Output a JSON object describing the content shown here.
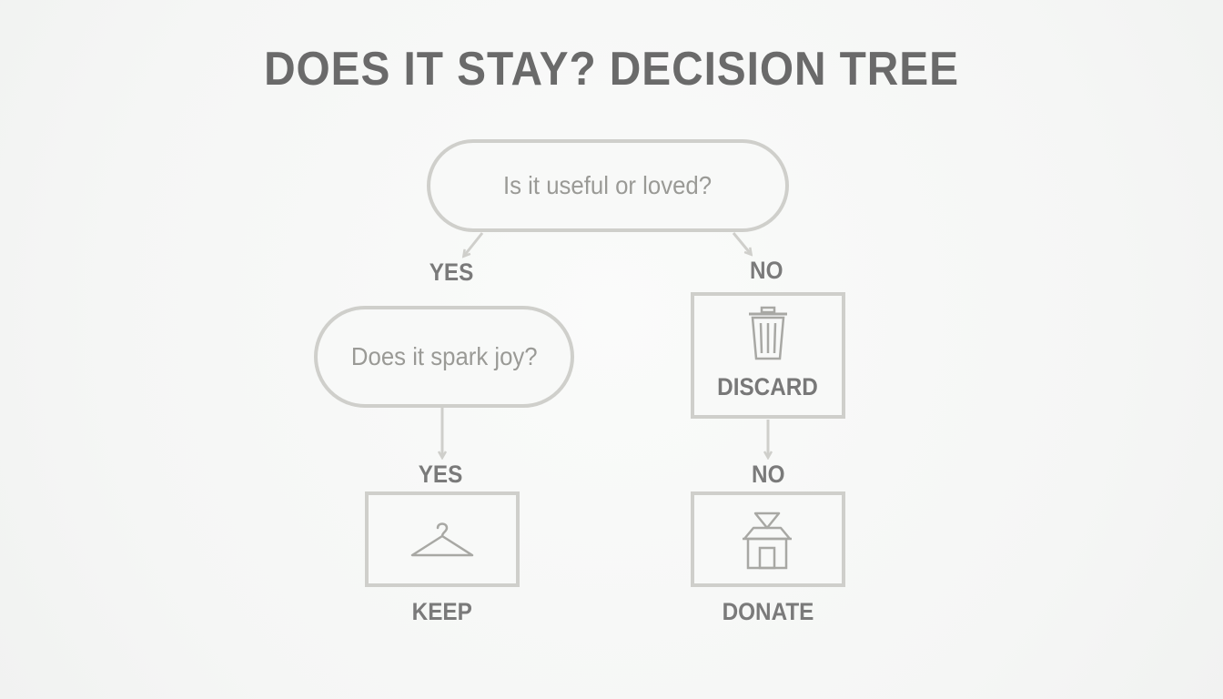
{
  "title": "DOES IT STAY? DECISION TREE",
  "nodes": {
    "q1": "Is it useful or loved?",
    "q2": "Does it spark joy?",
    "discard": "DISCARD",
    "keep": "KEEP",
    "donate": "DONATE"
  },
  "edges": {
    "q1_yes": "YES",
    "q1_no": "NO",
    "q2_yes": "YES",
    "discard_no": "NO"
  },
  "icons": {
    "discard": "trash-icon",
    "keep": "hanger-icon",
    "donate": "donation-box-icon"
  },
  "colors": {
    "title": "#6a6a6a",
    "outline": "#cfcfcb",
    "label": "#7a7a7a",
    "question_text": "#9a9a96"
  }
}
